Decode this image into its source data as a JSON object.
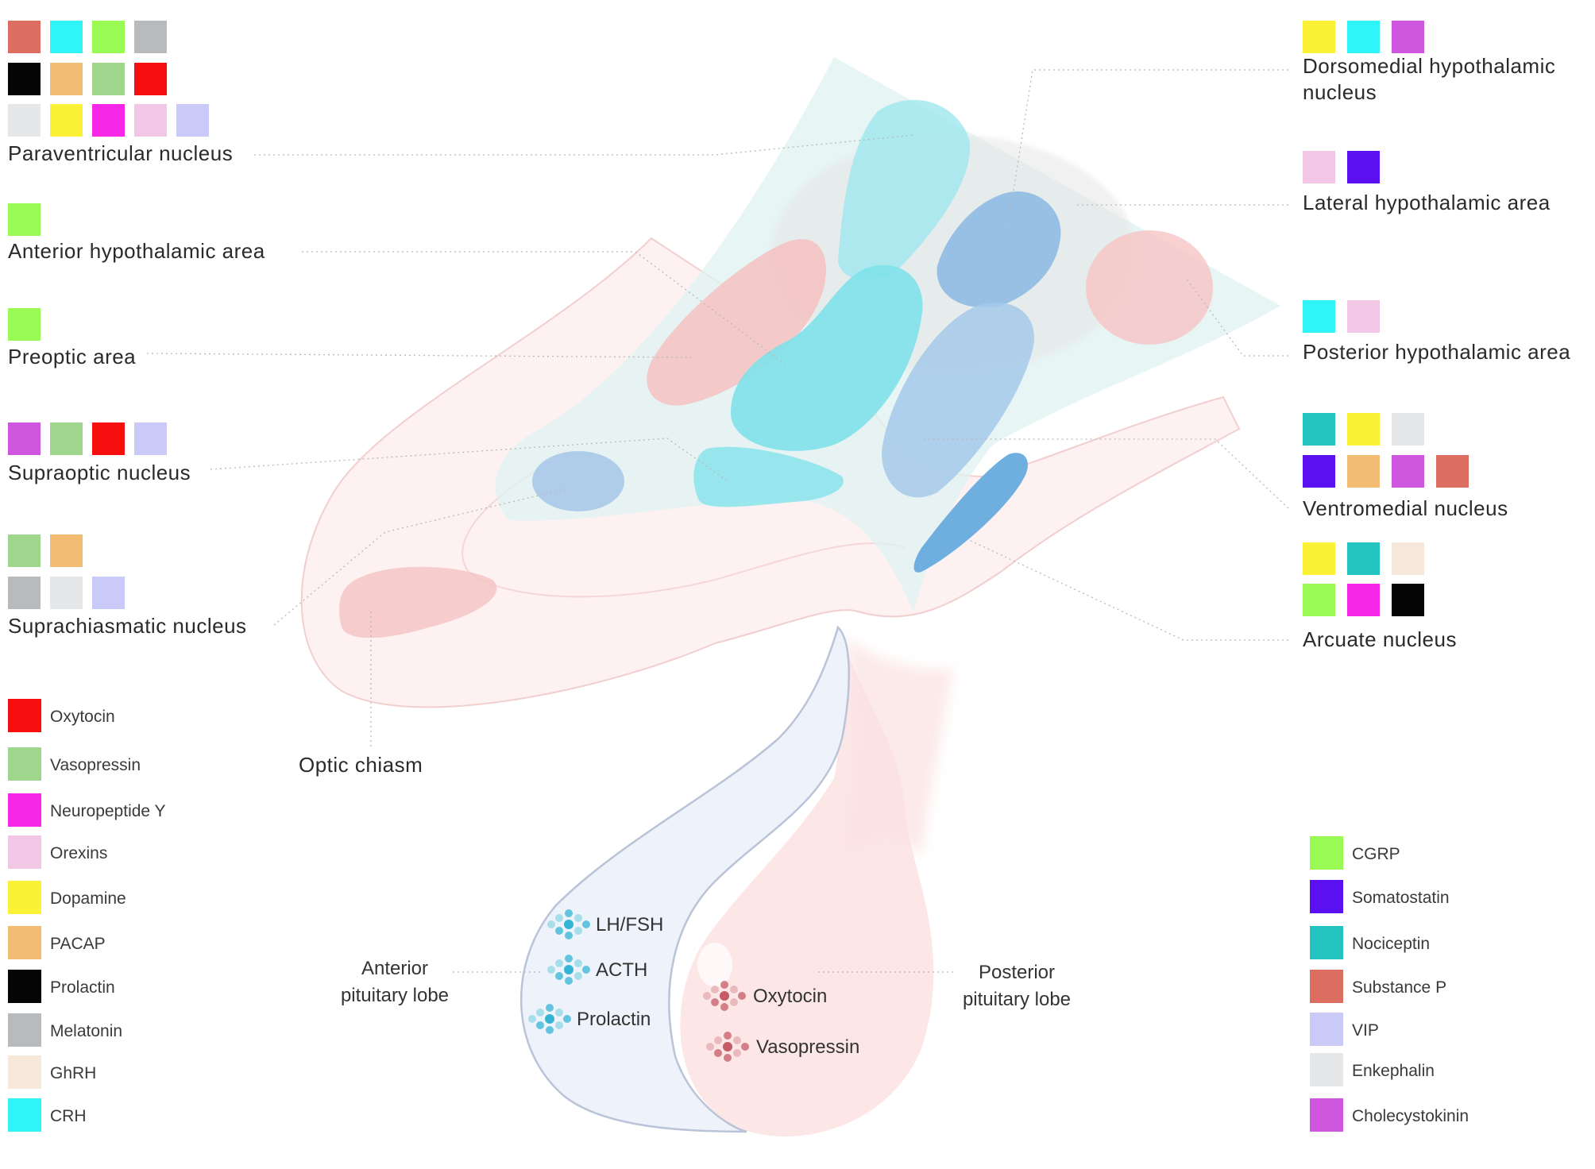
{
  "colors": {
    "substance_p": "#db6e60",
    "crh": "#2ff5f8",
    "cgrp": "#98fa52",
    "melatonin": "#b8bbbe",
    "prolactin": "#050505",
    "pacap": "#f2bd72",
    "vasopressin": "#9fd58d",
    "oxytocin": "#f50f0f",
    "enkephalin": "#e6e7e8",
    "dopamine": "#fbf235",
    "neuropeptide_y": "#f627e6",
    "orexins": "#f2c7e6",
    "vip": "#cacaf8",
    "cholecystokinin": "#cf57e0",
    "somatostatin": "#5a10f0",
    "nociceptin": "#23c4bf",
    "ghrh": "#f6e8da"
  },
  "left_regions": [
    {
      "name": "Paraventricular nucleus",
      "swatch_rows": [
        [
          "substance_p",
          "crh",
          "cgrp",
          "melatonin"
        ],
        [
          "prolactin",
          "pacap",
          "vasopressin",
          "oxytocin"
        ],
        [
          "enkephalin",
          "dopamine",
          "neuropeptide_y",
          "orexins",
          "vip"
        ]
      ]
    },
    {
      "name": "Anterior hypothalamic  area",
      "swatch_rows": [
        [
          "cgrp"
        ]
      ]
    },
    {
      "name": "Preoptic area",
      "swatch_rows": [
        [
          "cgrp"
        ]
      ]
    },
    {
      "name": "Supraoptic nucleus",
      "swatch_rows": [
        [
          "cholecystokinin",
          "vasopressin",
          "oxytocin",
          "vip"
        ]
      ]
    },
    {
      "name": "Suprachiasmatic nucleus",
      "swatch_rows": [
        [
          "vasopressin",
          "pacap"
        ],
        [
          "melatonin",
          "enkephalin",
          "vip"
        ]
      ]
    }
  ],
  "right_regions": [
    {
      "name_lines": [
        "Dorsomedial hypothalamic",
        "nucleus"
      ],
      "swatch_rows": [
        [
          "dopamine",
          "crh",
          "cholecystokinin"
        ]
      ]
    },
    {
      "name_lines": [
        "Lateral hypothalamic area"
      ],
      "swatch_rows": [
        [
          "orexins",
          "somatostatin"
        ]
      ]
    },
    {
      "name_lines": [
        "Posterior hypothalamic area"
      ],
      "swatch_rows": [
        [
          "crh",
          "orexins"
        ]
      ]
    },
    {
      "name_lines": [
        "Ventromedial nucleus"
      ],
      "swatch_rows": [
        [
          "nociceptin",
          "dopamine",
          "enkephalin"
        ],
        [
          "somatostatin",
          "pacap",
          "cholecystokinin",
          "substance_p"
        ]
      ]
    },
    {
      "name_lines": [
        "Arcuate nucleus"
      ],
      "swatch_rows": [
        [
          "dopamine",
          "nociceptin",
          "ghrh"
        ],
        [
          "cgrp",
          "neuropeptide_y",
          "prolactin"
        ]
      ]
    }
  ],
  "optic_chiasm_label": "Optic chiasm",
  "legend_left": [
    {
      "label": "Oxytocin",
      "color_key": "oxytocin"
    },
    {
      "label": "Vasopressin",
      "color_key": "vasopressin"
    },
    {
      "label": "Neuropeptide Y",
      "color_key": "neuropeptide_y"
    },
    {
      "label": "Orexins",
      "color_key": "orexins"
    },
    {
      "label": "Dopamine",
      "color_key": "dopamine"
    },
    {
      "label": "PACAP",
      "color_key": "pacap"
    },
    {
      "label": "Prolactin",
      "color_key": "prolactin"
    },
    {
      "label": "Melatonin",
      "color_key": "melatonin"
    },
    {
      "label": "GhRH",
      "color_key": "ghrh"
    },
    {
      "label": "CRH",
      "color_key": "crh"
    }
  ],
  "legend_right": [
    {
      "label": "CGRP",
      "color_key": "cgrp"
    },
    {
      "label": "Somatostatin",
      "color_key": "somatostatin"
    },
    {
      "label": "Nociceptin",
      "color_key": "nociceptin"
    },
    {
      "label": "Substance P",
      "color_key": "substance_p"
    },
    {
      "label": "VIP",
      "color_key": "vip"
    },
    {
      "label": "Enkephalin",
      "color_key": "enkephalin"
    },
    {
      "label": "Cholecystokinin",
      "color_key": "cholecystokinin"
    }
  ],
  "pituitary": {
    "anterior_label": [
      "Anterior",
      "pituitary lobe"
    ],
    "posterior_label": [
      "Posterior",
      "pituitary lobe"
    ],
    "anterior_hormones": [
      "LH/FSH",
      "ACTH",
      "Prolactin"
    ],
    "posterior_hormones": [
      "Oxytocin",
      "Vasopressin"
    ]
  }
}
